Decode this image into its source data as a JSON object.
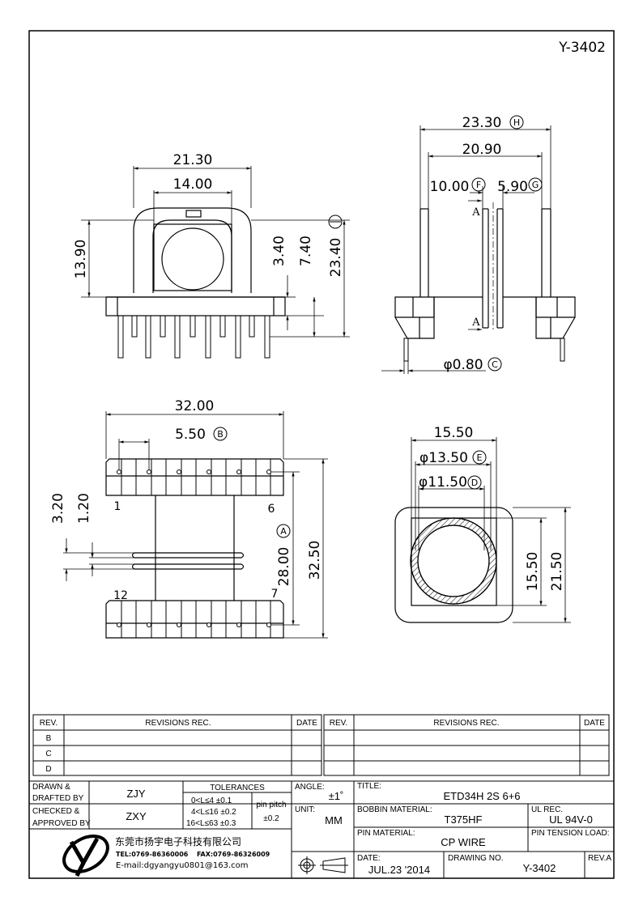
{
  "drawing_id_top": "Y-3402",
  "views": {
    "front": {
      "dim_width_outer": "21.30",
      "dim_width_inner": "14.00",
      "dim_height_left": "13.90",
      "dim_3_4": "3.40",
      "dim_7_4": "7.40",
      "dim_23_4": "23.40",
      "dim_23_4_mark": "I"
    },
    "side": {
      "dim_23_3": "23.30",
      "dim_23_3_mark": "H",
      "dim_20_9": "20.90",
      "dim_10": "10.00",
      "dim_10_mark": "F",
      "dim_5_9": "5.90",
      "dim_5_9_mark": "G",
      "section_top": "A",
      "section_bottom": "A",
      "dim_pin": "φ0.80",
      "dim_pin_mark": "C"
    },
    "bottom": {
      "dim_32": "32.00",
      "dim_5_5": "5.50",
      "dim_5_5_mark": "B",
      "dim_3_2": "3.20",
      "dim_1_2": "1.20",
      "dim_28": "28.00",
      "dim_28_mark": "A",
      "dim_32_5": "32.50",
      "pin_1": "1",
      "pin_6": "6",
      "pin_12": "12",
      "pin_7": "7"
    },
    "top": {
      "dim_15_5": "15.50",
      "dim_13_5": "φ13.50",
      "dim_13_5_mark": "E",
      "dim_11_5": "φ11.50",
      "dim_11_5_mark": "D",
      "dim_15_5_v": "15.50",
      "dim_21_5": "21.50"
    }
  },
  "revisions": {
    "rev_header": "REV.",
    "rec_header": "REVISIONS   REC.",
    "date_header": "DATE",
    "rows": [
      "B",
      "C",
      "D"
    ]
  },
  "title_block": {
    "drawn_label": "DRAWN  &\nDRAFTED  BY",
    "drawn_label_1": "DRAWN  &",
    "drawn_label_2": "DRAFTED  BY",
    "drawn_value": "ZJY",
    "checked_label_1": "CHECKED  &",
    "checked_label_2": "APPROVED  BY",
    "checked_value": "ZXY",
    "tolerances_label": "TOLERANCES",
    "tol_1": "0<L≤4    ±0.1",
    "tol_2": "4<L≤16  ±0.2",
    "tol_3": "16<L≤63 ±0.3",
    "pin_pitch_label": "pin  pitch",
    "pin_pitch_value": "±0.2",
    "angle_label": "ANGLE:",
    "angle_value": "±1˚",
    "unit_label": "UNIT:",
    "unit_value": "MM",
    "title_label": "TITLE:",
    "title_value": "ETD34H  2S  6+6",
    "bobbin_label": "BOBBIN  MATERIAL:",
    "bobbin_value": "T375HF",
    "ul_label": "UL  REC.",
    "ul_value": "UL  94V-0",
    "pin_material_label": "PIN  MATERIAL:",
    "pin_material_value": "CP  WIRE",
    "pin_tension_label": "PIN  TENSION  LOAD:",
    "date_label": "DATE:",
    "date_value": "JUL.23  '2014",
    "drawing_no_label": "DRAWING  NO.",
    "drawing_no_value": "Y-3402",
    "rev_label": "REV.A",
    "company_cn": "东莞市扬宇电子科技有限公司",
    "tel": "TEL:0769-86360006",
    "fax": "FAX:0769-86326009",
    "email": "E-mail:dgyangyu0801@163.com"
  }
}
